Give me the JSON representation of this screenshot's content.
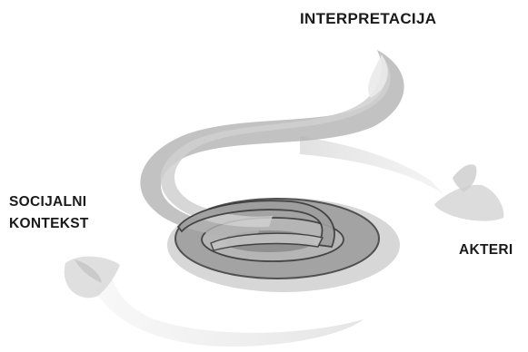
{
  "diagram": {
    "labels": {
      "interpretacija": "INTERPRETACIJA",
      "socijalni_line1": "SOCIJALNI",
      "socijalni_line2": "KONTEKST",
      "akteri": "AKTERI"
    },
    "colors": {
      "spiral_dark": "#8c8c8c",
      "spiral_mid": "#b5b5b5",
      "spiral_light": "#dcdcdc",
      "outline": "#3a3a3a",
      "text": "#1a1a1a"
    }
  }
}
